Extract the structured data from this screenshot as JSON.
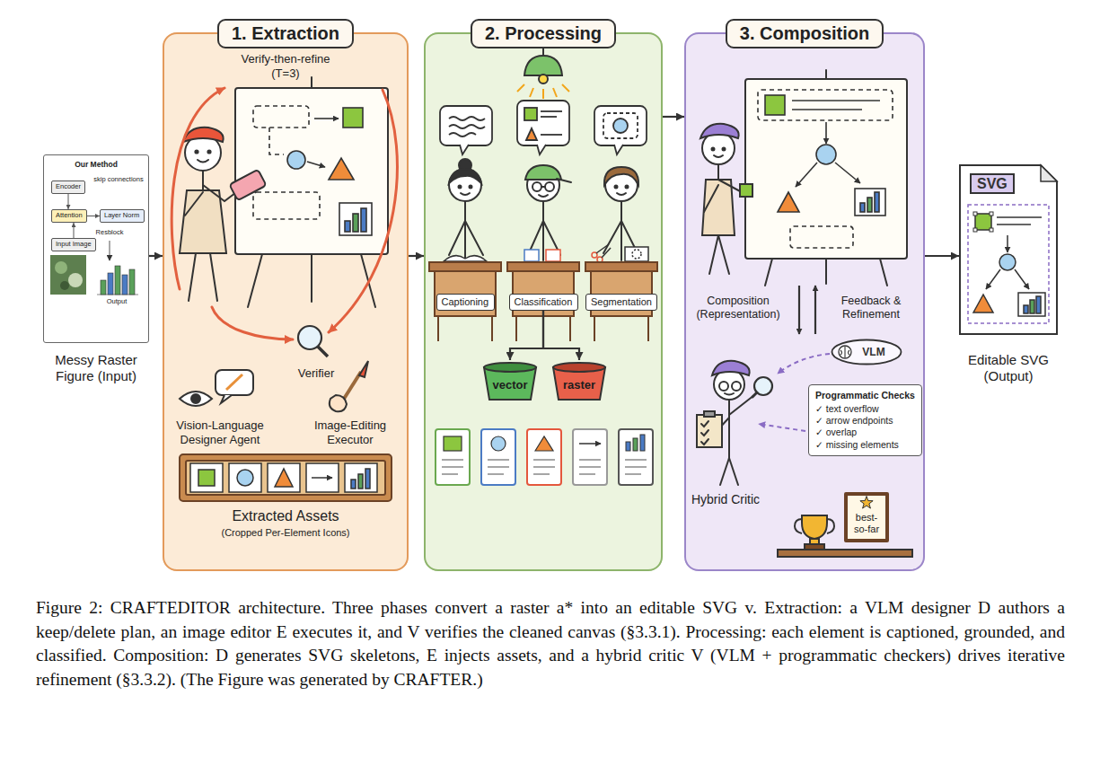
{
  "diagram": {
    "caption": "Figure 2: CRAFTEDITOR architecture. Three phases convert a raster a* into an editable SVG v. Extraction: a VLM designer D authors a keep/delete plan, an image editor E executes it, and V verifies the cleaned canvas (§3.3.1). Processing: each element is captioned, grounded, and classified. Composition: D generates SVG skeletons, E injects assets, and a hybrid critic V (VLM + programmatic checkers) drives iterative refinement (§3.3.2). (The Figure was generated by CRAFTER.)",
    "nodes": [
      {
        "text": [
          "Our Method"
        ]
      },
      {
        "text": [
          "Encoder"
        ],
        "in": 0
      },
      {
        "text": [
          "Attention"
        ],
        "in": 0
      },
      {
        "text": [
          "Layer Norm"
        ],
        "in": 0
      },
      {
        "text": [
          "Input Image"
        ],
        "in": 0
      },
      {
        "text": [
          "1. Extraction"
        ]
      },
      {
        "text": [
          "2. Processing"
        ]
      },
      {
        "text": [
          "Captioning"
        ],
        "in": 6
      },
      {
        "text": [
          "Classification"
        ],
        "in": 6
      },
      {
        "text": [
          "Segmentation"
        ],
        "in": 6
      },
      {
        "text": [
          "vector"
        ],
        "in": 6
      },
      {
        "text": [
          "raster"
        ],
        "in": 6
      },
      {
        "text": [
          "3. Composition"
        ]
      },
      {
        "text": [
          "VLM"
        ],
        "in": 12
      },
      {
        "text": [
          "Programmatic Checks",
          "✓ text overflow",
          "✓ arrow endpoints",
          "✓ overlap",
          "✓ missing elements"
        ],
        "in": 12
      },
      {
        "text": [
          "best-so-far"
        ],
        "in": 12
      },
      {
        "text": [
          "SVG"
        ]
      }
    ],
    "edges": [
      {
        "from": 1,
        "to": 2,
        "arrow": "to"
      },
      {
        "from": 2,
        "to": 3,
        "arrow": "to"
      },
      {
        "from": 4,
        "to": 2,
        "arrow": "to"
      },
      {
        "from": 0,
        "to": 5,
        "arrow": "to"
      },
      {
        "from": 5,
        "to": 6,
        "arrow": "to"
      },
      {
        "from": 8,
        "to": 10,
        "arrow": "to"
      },
      {
        "from": 8,
        "to": 11,
        "arrow": "to"
      },
      {
        "from": 6,
        "to": 12,
        "arrow": "to"
      },
      {
        "from": 12,
        "to": 16,
        "arrow": "to"
      }
    ],
    "labels": [
      "skip connections",
      "Resblock",
      "Output",
      "Messy Raster Figure (Input)",
      "Verify-then-refine (T=3)",
      "Verifier",
      "Vision-Language Designer Agent",
      "Image-Editing Executor",
      "Extracted Assets",
      "(Cropped Per-Element Icons)",
      "Composition (Representation)",
      "Feedback & Refinement",
      "Hybrid Critic",
      "Editable SVG (Output)"
    ]
  }
}
